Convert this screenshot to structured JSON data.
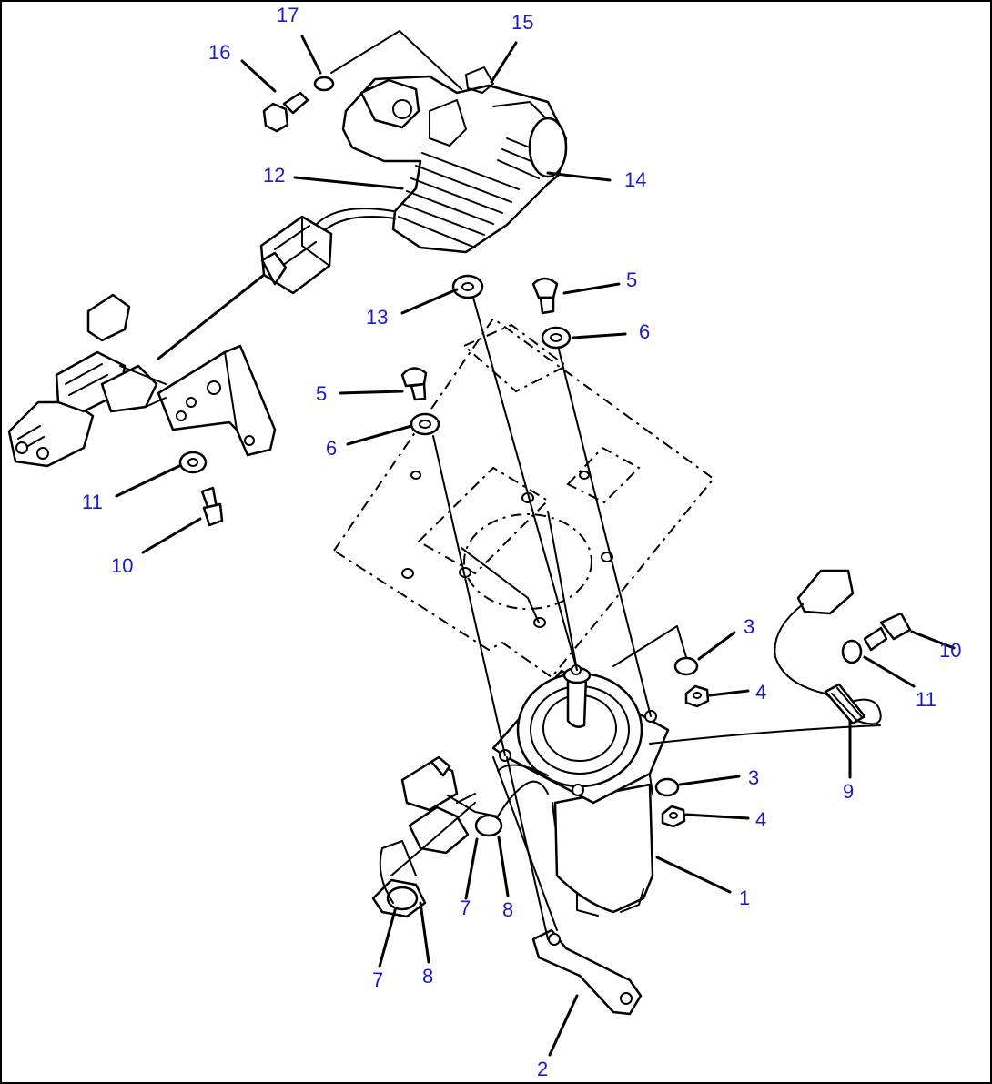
{
  "callouts": {
    "c1": "1",
    "c2": "2",
    "c3a": "3",
    "c3b": "3",
    "c4a": "4",
    "c4b": "4",
    "c5a": "5",
    "c5b": "5",
    "c6a": "6",
    "c6b": "6",
    "c7a": "7",
    "c7b": "7",
    "c8a": "8",
    "c8b": "8",
    "c9": "9",
    "c10a": "10",
    "c10b": "10",
    "c11a": "11",
    "c11b": "11",
    "c12": "12",
    "c13": "13",
    "c14": "14",
    "c15": "15",
    "c16": "16",
    "c17": "17"
  },
  "colors": {
    "callout_text": "#1a1acc",
    "linework": "#000000",
    "background": "#ffffff"
  }
}
